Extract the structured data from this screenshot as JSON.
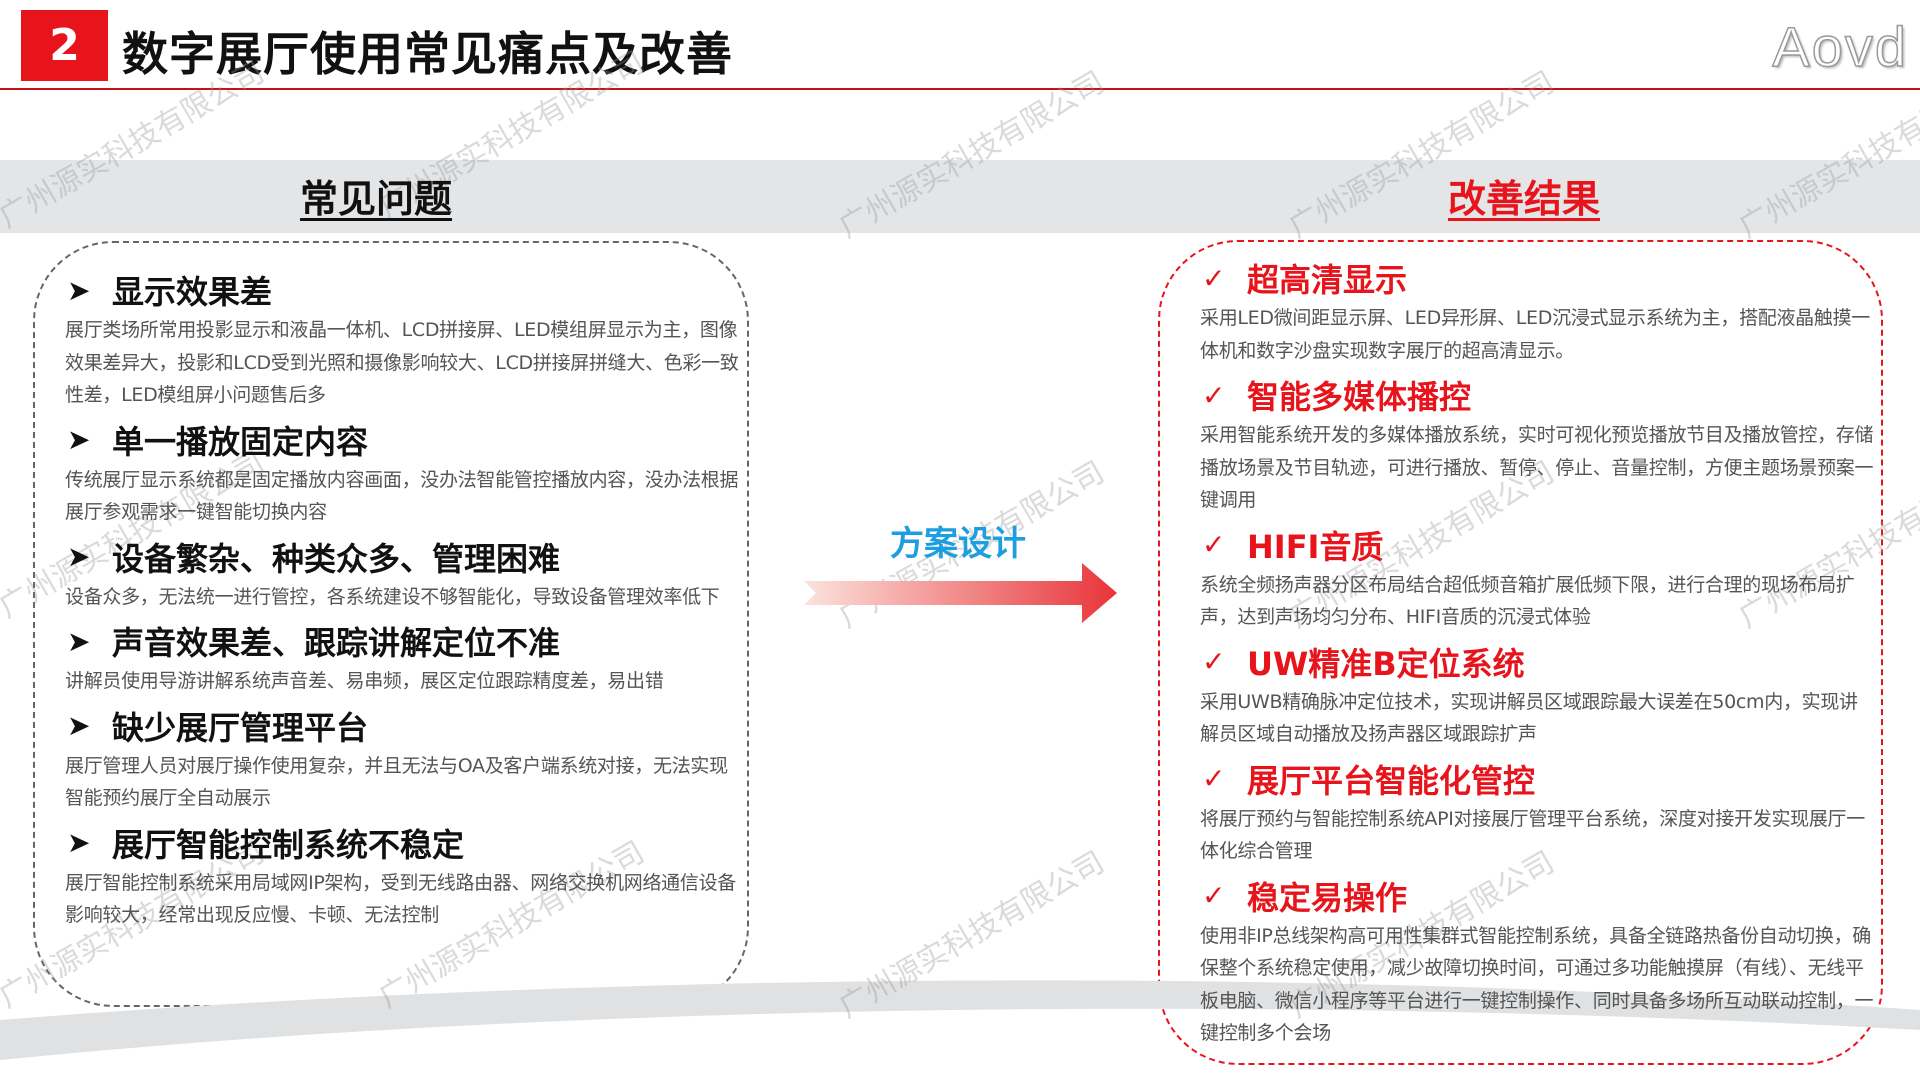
{
  "header": {
    "section_number": "2",
    "title": "数字展厅使用常见痛点及改善",
    "logo_text": "Aovd"
  },
  "left_panel": {
    "title": "常见问题",
    "items": [
      {
        "heading": "显示效果差",
        "body": "展厅类场所常用投影显示和液晶一体机、LCD拼接屏、LED模组屏显示为主，图像效果差异大，投影和LCD受到光照和摄像影响较大、LCD拼接屏拼缝大、色彩一致性差，LED模组屏小问题售后多"
      },
      {
        "heading": "单一播放固定内容",
        "body": "传统展厅显示系统都是固定播放内容画面，没办法智能管控播放内容，没办法根据展厅参观需求一键智能切换内容"
      },
      {
        "heading": "设备繁杂、种类众多、管理困难",
        "body": "设备众多，无法统一进行管控，各系统建设不够智能化，导致设备管理效率低下"
      },
      {
        "heading": "声音效果差、跟踪讲解定位不准",
        "body": "讲解员使用导游讲解系统声音差、易串频，展区定位跟踪精度差，易出错"
      },
      {
        "heading": "缺少展厅管理平台",
        "body": "展厅管理人员对展厅操作使用复杂，并且无法与OA及客户端系统对接，无法实现智能预约展厅全自动展示"
      },
      {
        "heading": "展厅智能控制系统不稳定",
        "body": "展厅智能控制系统采用局域网IP架构，受到无线路由器、网络交换机网络通信设备影响较大，经常出现反应慢、卡顿、无法控制"
      }
    ]
  },
  "center": {
    "label": "方案设计"
  },
  "right_panel": {
    "title": "改善结果",
    "items": [
      {
        "heading": "超高清显示",
        "body": "采用LED微间距显示屏、LED异形屏、LED沉浸式显示系统为主，搭配液晶触摸一体机和数字沙盘实现数字展厅的超高清显示。"
      },
      {
        "heading": "智能多媒体播控",
        "body": "采用智能系统开发的多媒体播放系统，实时可视化预览播放节目及播放管控，存储播放场景及节目轨迹，可进行播放、暂停、停止、音量控制，方便主题场景预案一键调用"
      },
      {
        "heading": "HIFI音质",
        "body": "系统全频扬声器分区布局结合超低频音箱扩展低频下限，进行合理的现场布局扩声，达到声场均匀分布、HIFI音质的沉浸式体验"
      },
      {
        "heading": "UW精准B定位系统",
        "body": "采用UWB精确脉冲定位技术，实现讲解员区域跟踪最大误差在50cm内，实现讲解员区域自动播放及扬声器区域跟踪扩声"
      },
      {
        "heading": "展厅平台智能化管控",
        "body": "将展厅预约与智能控制系统API对接展厅管理平台系统，深度对接开发实现展厅一体化综合管理"
      },
      {
        "heading": "稳定易操作",
        "body": "使用非IP总线架构高可用性集群式智能控制系统，具备全链路热备份自动切换，确保整个系统稳定使用，减少故障切换时间，可通过多功能触摸屏（有线）、无线平板电脑、微信小程序等平台进行一键控制操作、同时具备多场所互动联动控制，一键控制多个会场"
      }
    ]
  },
  "watermark": "广州源实科技有限公司",
  "colors": {
    "accent_red": "#e8141c",
    "label_blue": "#1c9ee0",
    "band_gray": "#e4e5e7"
  }
}
